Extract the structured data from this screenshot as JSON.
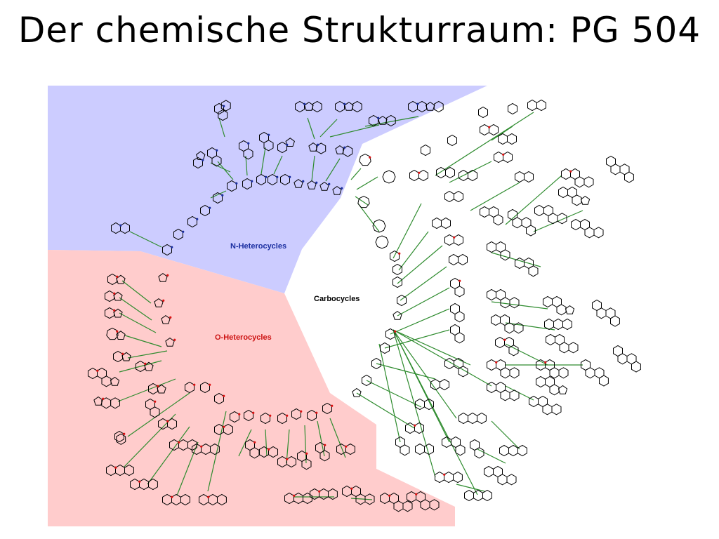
{
  "slide": {
    "title": "Der chemische Strukturraum: PG 504"
  },
  "diagram": {
    "regions": [
      {
        "key": "n",
        "label": "N-Heterocycles",
        "fill": "#ccccff",
        "label_color": "#1a2ea0"
      },
      {
        "key": "o",
        "label": "O-Heterocycles",
        "fill": "#ffcccc",
        "label_color": "#cc1111"
      },
      {
        "key": "c",
        "label": "Carbocycles",
        "fill": "#ffffff",
        "label_color": "#000000"
      }
    ],
    "edge_color": "#2e8b2e",
    "atom_colors": {
      "nitrogen": "#1a2ea0",
      "oxygen": "#dd1111",
      "carbon": "#000000"
    }
  }
}
